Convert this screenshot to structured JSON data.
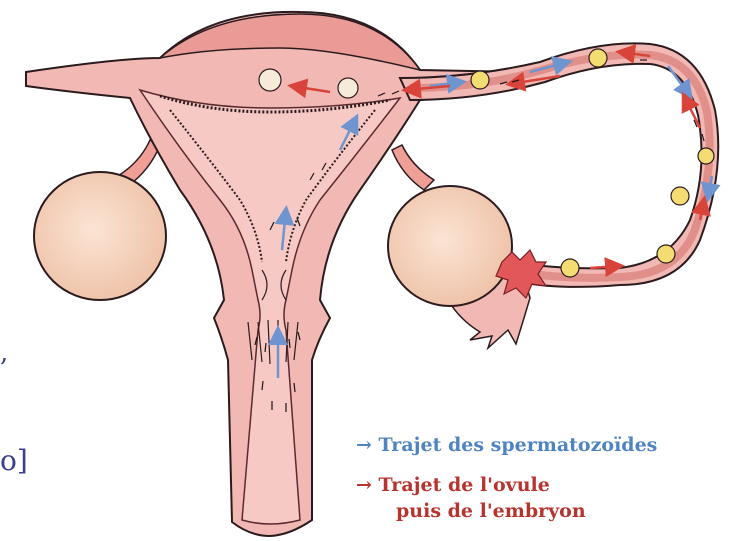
{
  "colors": {
    "tissue": "#f2b9b4",
    "tissue_dark": "#e79f99",
    "lumen": "#e6a6a6",
    "ovary": "#f6d3bf",
    "outline": "#2c1b1e",
    "sperm_path": "#6f95d0",
    "ovum_path": "#d9443a",
    "egg": "#f3dc72",
    "legend_blue": "#4f84c0",
    "legend_red": "#b7332e"
  },
  "icons": {
    "sperm_arrow": "right-arrow-icon",
    "ovum_arrow": "right-arrow-icon"
  },
  "legend": {
    "sperm_label": "Trajet des spermatozoïdes",
    "ovum_line1": "Trajet de l'ovule",
    "ovum_line2": "puis de l'embryon"
  },
  "edge_fragments": {
    "comma": ",",
    "partial_text": "o]"
  }
}
